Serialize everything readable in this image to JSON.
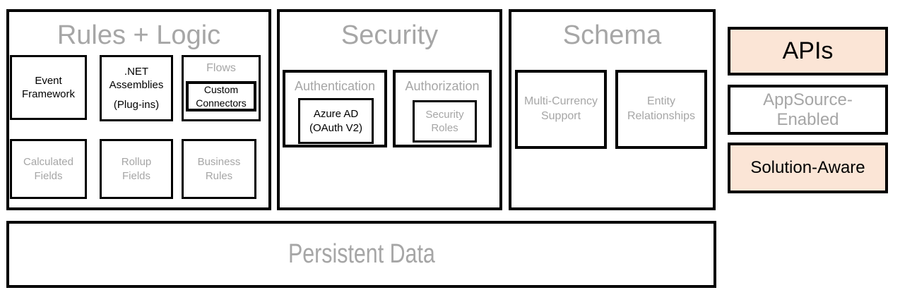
{
  "colors": {
    "peach": "#FBE5D6",
    "gray": "#A6A6A6",
    "border": "#000000"
  },
  "rules_logic": {
    "title": "Rules + Logic",
    "event_framework": "Event Framework",
    "dotnet_line1": ".NET Assemblies",
    "dotnet_line2": "(Plug-ins)",
    "flows": "Flows",
    "custom_connectors": "Custom Connectors",
    "calculated_fields": "Calculated Fields",
    "rollup_fields": "Rollup Fields",
    "business_rules": "Business Rules"
  },
  "security": {
    "title": "Security",
    "authentication": "Authentication",
    "azure_ad": "Azure AD (OAuth V2)",
    "authorization": "Authorization",
    "security_roles": "Security Roles"
  },
  "schema": {
    "title": "Schema",
    "multi_currency": "Multi-Currency Support",
    "entity_relationships": "Entity Relationships"
  },
  "right_column": {
    "apis": "APIs",
    "appsource_line1": "AppSource-",
    "appsource_line2": "Enabled",
    "solution_aware": "Solution-Aware"
  },
  "persistent_data": {
    "title": "Persistent Data"
  }
}
